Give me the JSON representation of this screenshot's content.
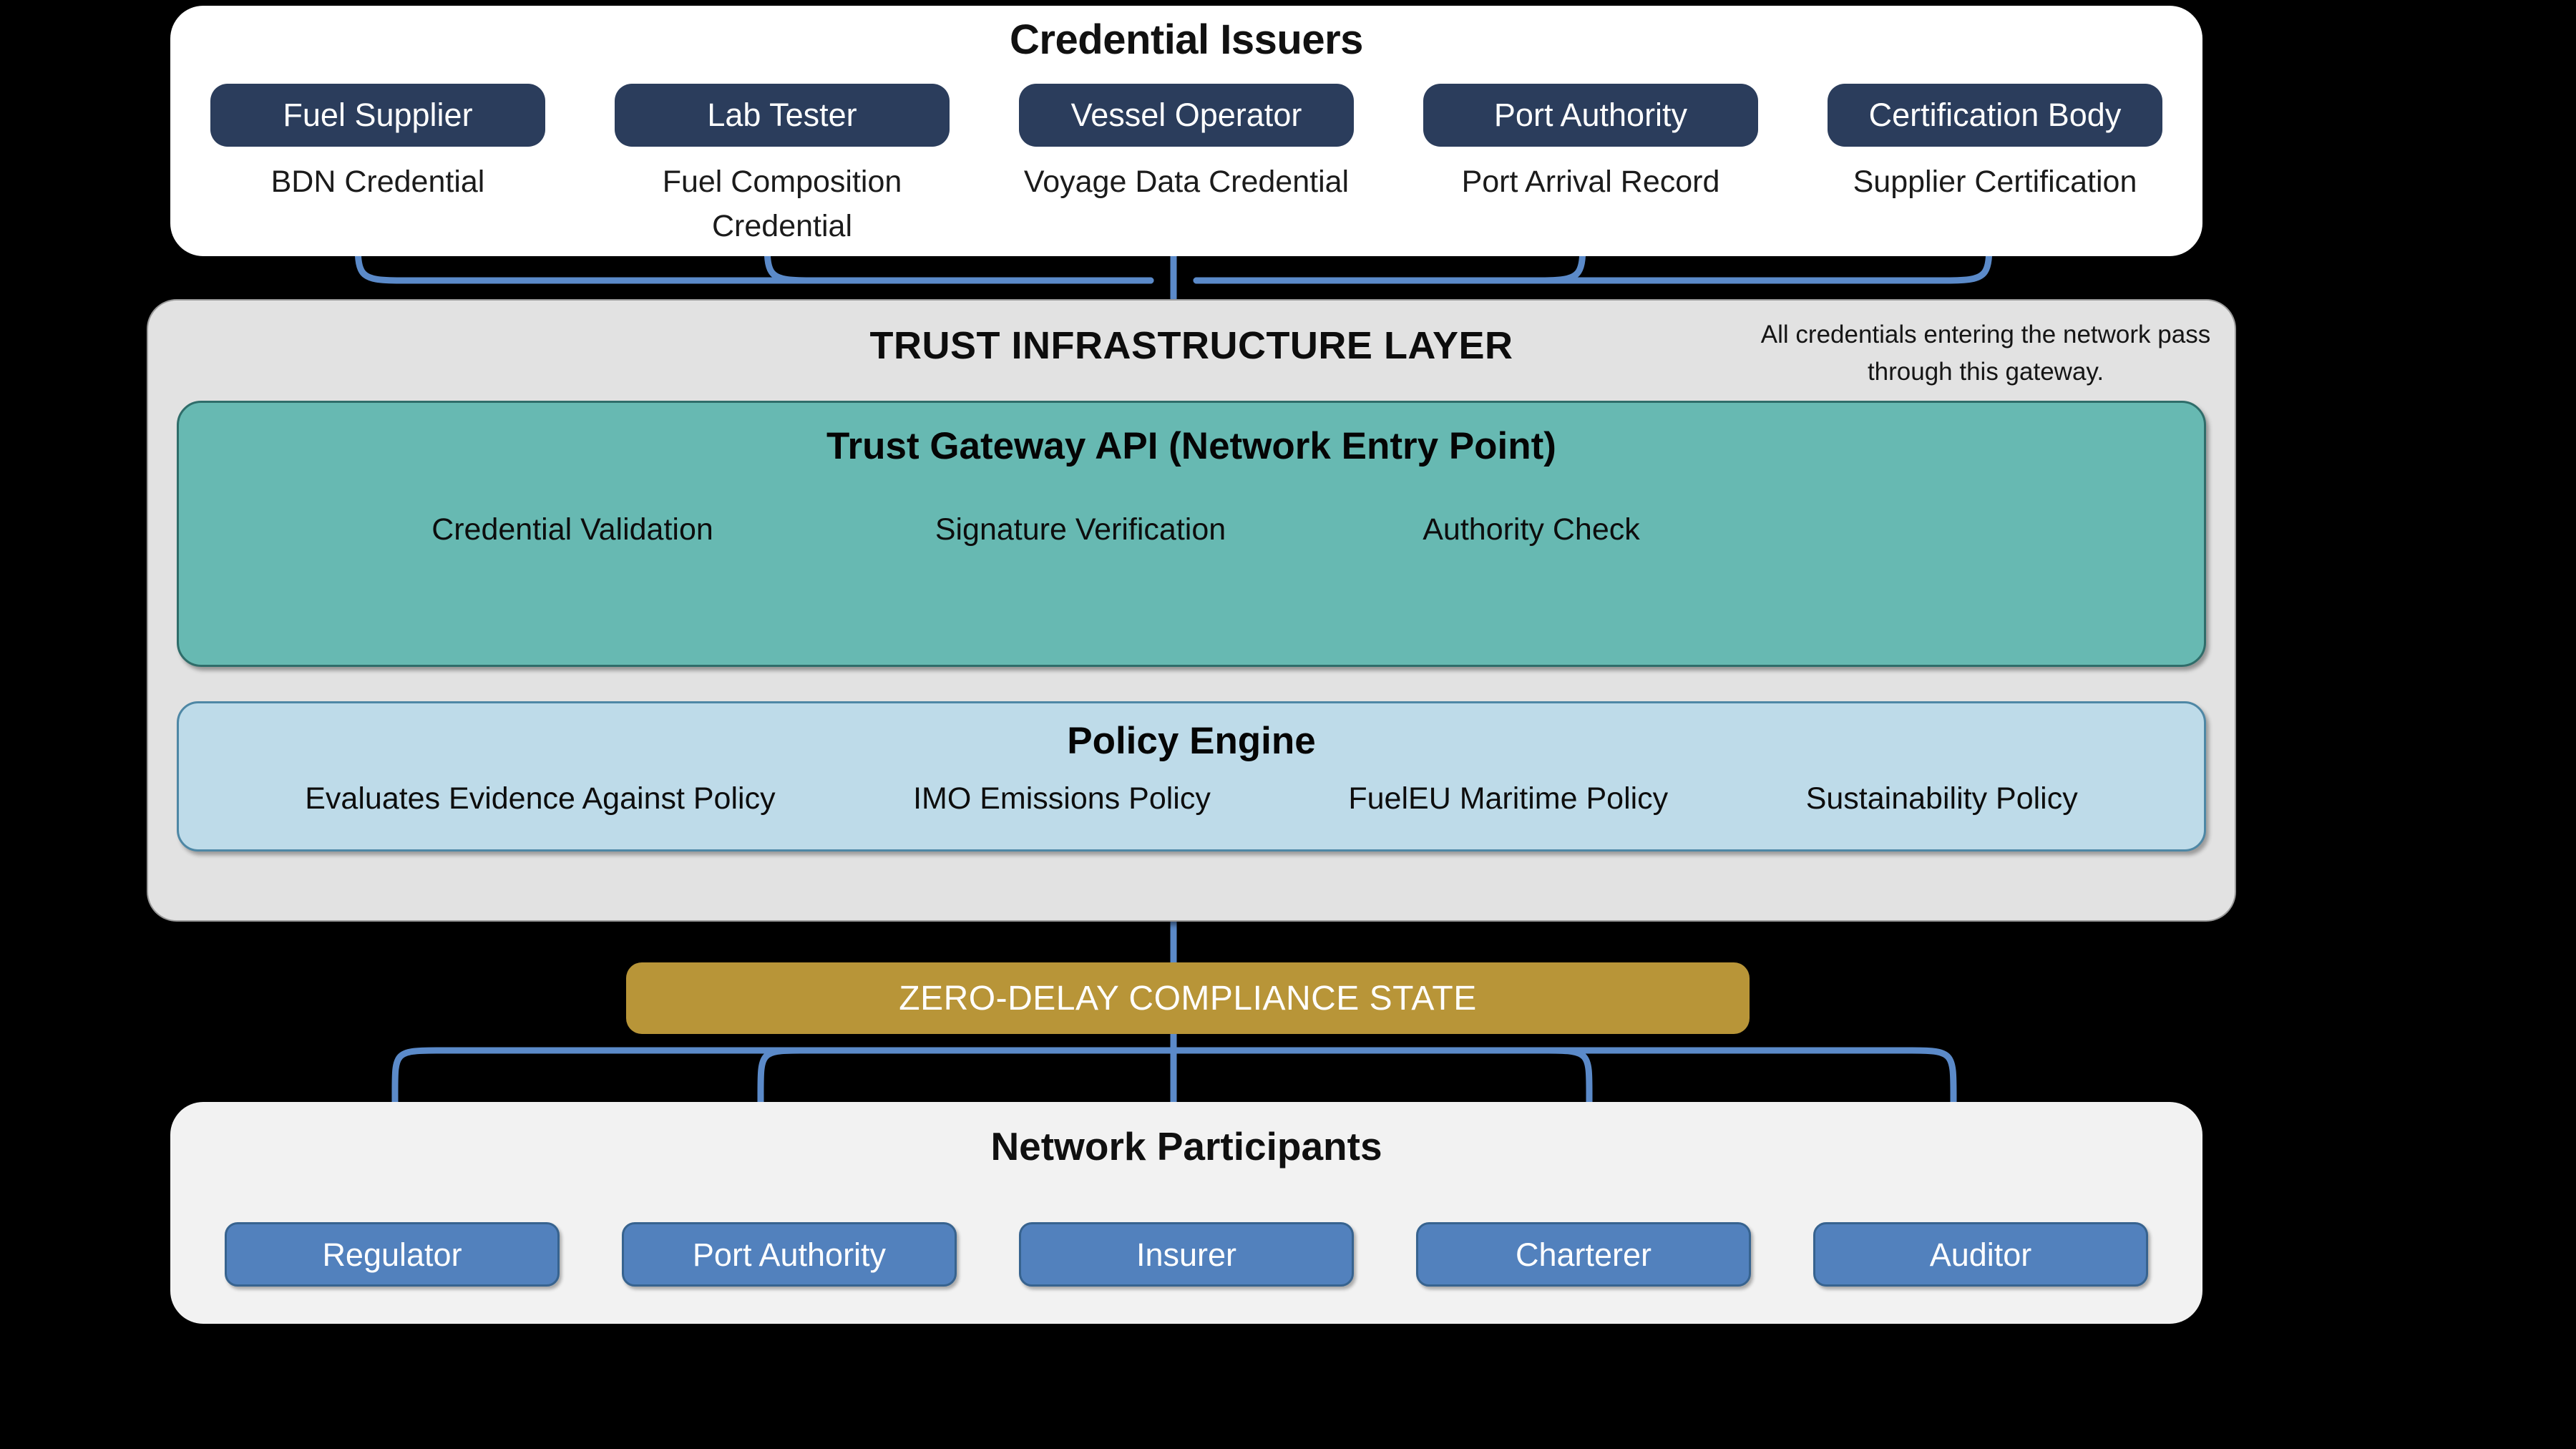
{
  "issuers": {
    "title": "Credential Issuers",
    "items": [
      {
        "name": "Fuel Supplier",
        "credential": "BDN Credential"
      },
      {
        "name": "Lab Tester",
        "credential": "Fuel Composition Credential"
      },
      {
        "name": "Vessel Operator",
        "credential": "Voyage Data Credential"
      },
      {
        "name": "Port Authority",
        "credential": "Port Arrival Record"
      },
      {
        "name": "Certification Body",
        "credential": "Supplier Certification"
      }
    ]
  },
  "trust_layer": {
    "title": "TRUST INFRASTRUCTURE LAYER",
    "note": "All credentials entering the network pass through this gateway.",
    "gateway": {
      "title": "Trust Gateway API (Network Entry Point)",
      "functions": [
        "Credential Validation",
        "Signature Verification",
        "Authority Check"
      ]
    },
    "policy_engine": {
      "title": "Policy Engine",
      "items": [
        "Evaluates Evidence Against Policy",
        "IMO Emissions Policy",
        "FuelEU Maritime Policy",
        "Sustainability Policy"
      ]
    }
  },
  "compliance_state": {
    "label": "ZERO-DELAY COMPLIANCE STATE"
  },
  "participants": {
    "title": "Network Participants",
    "items": [
      "Regulator",
      "Port Authority",
      "Insurer",
      "Charterer",
      "Auditor"
    ]
  },
  "colors": {
    "background": "#000000",
    "issuer_pill": "#2b3d5c",
    "trust_panel": "#e2e2e2",
    "gateway": "#67b9b2",
    "policy_engine": "#bedbe9",
    "compliance_state": "#b89538",
    "participant_pill": "#5281bd",
    "connector": "#5b8ac9",
    "panel_light": "#f2f2f2",
    "panel_white": "#ffffff"
  }
}
